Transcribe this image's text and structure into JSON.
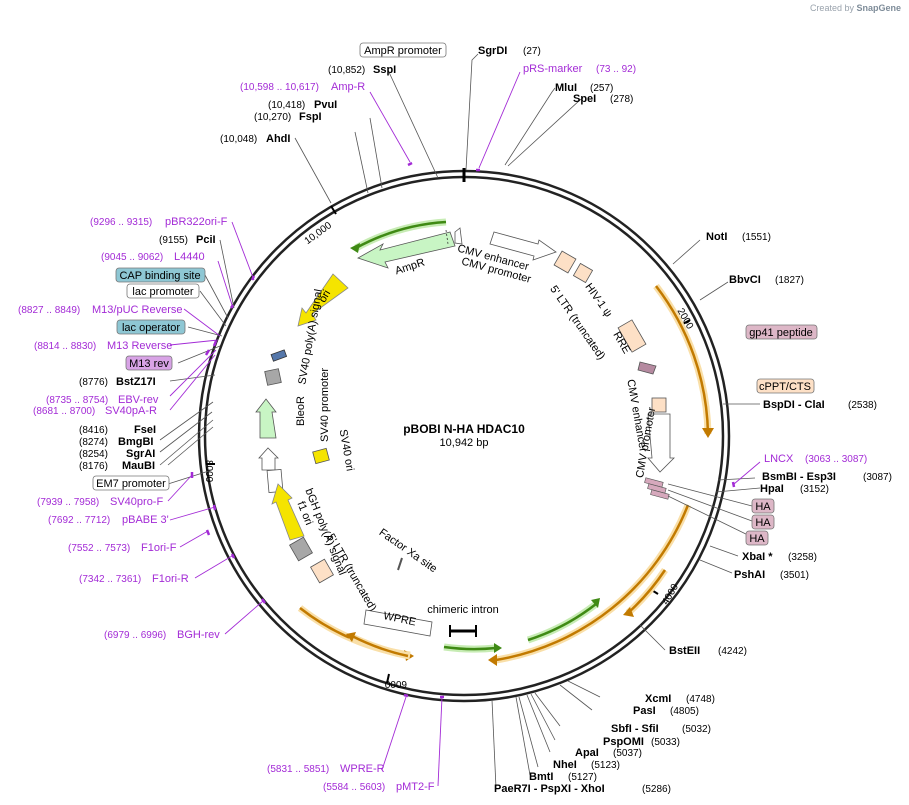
{
  "credit": {
    "prefix": "Created by",
    "brand": "SnapGene"
  },
  "plasmid": {
    "name": "pBOBI N-HA HDAC10",
    "size_label": "10,942 bp"
  },
  "ticks": [
    "2000",
    "4000",
    "6000",
    "8000",
    "10,000"
  ],
  "enzymes_right": [
    {
      "name": "SgrDI",
      "pos": "(27)"
    },
    {
      "name": "MluI",
      "pos": "(257)"
    },
    {
      "name": "SpeI",
      "pos": "(278)"
    },
    {
      "name": "NotI",
      "pos": "(1551)"
    },
    {
      "name": "BbvCI",
      "pos": "(1827)"
    },
    {
      "name": "BspDI  - ClaI",
      "pos": "(2538)"
    },
    {
      "name": "BsmBI  - Esp3I",
      "pos": "(3087)"
    },
    {
      "name": "HpaI",
      "pos": "(3152)"
    },
    {
      "name": "XbaI *",
      "pos": "(3258)"
    },
    {
      "name": "PshAI",
      "pos": "(3501)"
    },
    {
      "name": "BstEII",
      "pos": "(4242)"
    },
    {
      "name": "XcmI",
      "pos": "(4748)"
    },
    {
      "name": "PasI",
      "pos": "(4805)"
    },
    {
      "name": "SbfI  - SfiI",
      "pos": "(5032)"
    },
    {
      "name": "PspOMI",
      "pos": "(5033)"
    },
    {
      "name": "ApaI",
      "pos": "(5037)"
    },
    {
      "name": "NheI",
      "pos": "(5123)"
    },
    {
      "name": "BmtI",
      "pos": "(5127)"
    },
    {
      "name": "PaeR7I  - PspXI  - XhoI",
      "pos": "(5286)"
    }
  ],
  "enzymes_left": [
    {
      "name": "SspI",
      "pos": "(10,852)"
    },
    {
      "name": "PvuI",
      "pos": "(10,418)"
    },
    {
      "name": "FspI",
      "pos": "(10,270)"
    },
    {
      "name": "AhdI",
      "pos": "(10,048)"
    },
    {
      "name": "PciI",
      "pos": "(9155)"
    },
    {
      "name": "BstZ17I",
      "pos": "(8776)"
    },
    {
      "name": "FseI",
      "pos": "(8416)"
    },
    {
      "name": "BmgBI",
      "pos": "(8274)"
    },
    {
      "name": "SgrAI",
      "pos": "(8254)"
    },
    {
      "name": "MauBI",
      "pos": "(8176)"
    }
  ],
  "primers_right": [
    {
      "name": "pRS-marker",
      "range": "(73 .. 92)"
    },
    {
      "name": "LNCX",
      "range": "(3063 .. 3087)"
    }
  ],
  "primers_left": [
    {
      "name": "Amp-R",
      "range": "(10,598 .. 10,617)"
    },
    {
      "name": "pBR322ori-F",
      "range": "(9296 .. 9315)"
    },
    {
      "name": "L4440",
      "range": "(9045 .. 9062)"
    },
    {
      "name": "M13/pUC Reverse",
      "range": "(8827 .. 8849)"
    },
    {
      "name": "M13 Reverse",
      "range": "(8814 .. 8830)"
    },
    {
      "name": "EBV-rev",
      "range": "(8735 .. 8754)"
    },
    {
      "name": "SV40pA-R",
      "range": "(8681 .. 8700)"
    },
    {
      "name": "SV40pro-F",
      "range": "(7939 .. 7958)"
    },
    {
      "name": "pBABE 3'",
      "range": "(7692 .. 7712)"
    },
    {
      "name": "F1ori-F",
      "range": "(7552 .. 7573)"
    },
    {
      "name": "F1ori-R",
      "range": "(7342 .. 7361)"
    },
    {
      "name": "BGH-rev",
      "range": "(6979 .. 6996)"
    }
  ],
  "primers_bottom": [
    {
      "name": "WPRE-R",
      "range": "(5831 .. 5851)"
    },
    {
      "name": "pMT2-F",
      "range": "(5584 .. 5603)"
    }
  ],
  "boxed_labels": [
    "AmpR promoter",
    "gp41 peptide",
    "cPPT/CTS",
    "HA",
    "HA",
    "HA",
    "CAP binding site",
    "lac promoter",
    "lac operator",
    "M13 rev",
    "EM7 promoter"
  ],
  "inner_features": [
    "AmpR",
    "ori",
    "SV40 poly(A) signal",
    "BleoR",
    "SV40 promoter",
    "SV40 ori",
    "bGH poly(A) signal",
    "f1 ori",
    "5' LTR (truncated)",
    "Factor Xa site",
    "WPRE",
    "chimeric intron",
    "CMV enhancer",
    "CMV promoter",
    "HIV-1 ψ",
    "5' LTR (truncated)",
    "RRE",
    "CMV enhancer",
    "CMV promoter"
  ],
  "colors": {
    "primer": "#a32bd6",
    "orange_feature": "#f0b54a",
    "green_feature": "#4a9a1e",
    "yellow_feature": "#f5e400",
    "light_green": "#c8f5c4",
    "peach": "#fde0c6",
    "mauve": "#d6a8bc",
    "teal_box": "#8ec7d4"
  }
}
